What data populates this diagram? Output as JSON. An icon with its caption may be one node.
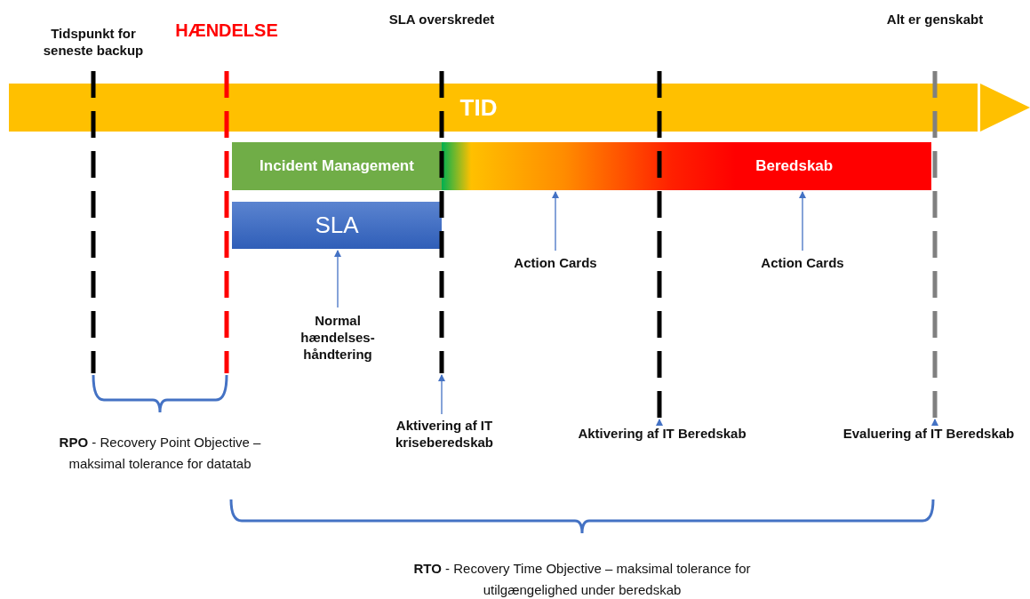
{
  "diagram": {
    "nodes": [
      {
        "text": [],
        "shape": "line",
        "beside": [
          "Tidspunkt for seneste backup"
        ]
      },
      {
        "text": [],
        "shape": "line",
        "beside": [
          "HÆNDELSE"
        ]
      },
      {
        "text": [],
        "shape": "line",
        "beside": [
          "SLA overskredet"
        ]
      },
      {
        "text": [],
        "shape": "line"
      },
      {
        "text": [],
        "shape": "line",
        "beside": [
          "Alt er genskabt"
        ]
      },
      {
        "text": [
          "TID"
        ]
      },
      {
        "text": [
          "Incident Management"
        ]
      },
      {
        "text": [
          "Beredskab"
        ]
      },
      {
        "text": [
          "SLA"
        ]
      },
      {
        "text": [
          "Action Cards"
        ]
      },
      {
        "text": [
          "Action Cards"
        ]
      },
      {
        "text": [
          "Normal hændelses- håndtering"
        ]
      },
      {
        "text": [
          "Aktivering af IT kriseberedskab"
        ]
      },
      {
        "text": [
          "Aktivering af IT Beredskab"
        ]
      },
      {
        "text": [
          "Evaluering af IT Beredskab"
        ]
      }
    ],
    "edges": [
      {
        "from": 11,
        "to": 8,
        "arrow": "to"
      },
      {
        "from": 9,
        "to": 7,
        "arrow": "to"
      },
      {
        "from": 10,
        "to": 7,
        "arrow": "to"
      },
      {
        "from": 12,
        "to": 2,
        "arrow": "to"
      },
      {
        "from": 13,
        "to": 3,
        "arrow": "to"
      },
      {
        "from": 14,
        "to": 4,
        "arrow": "to"
      }
    ],
    "labels": [
      "**RPO** - Recovery Point Objective – maksimal tolerance for datatab",
      "**RTO** - Recovery Time Objective – maksimal tolerance for utilgængelighed under beredskab"
    ]
  }
}
